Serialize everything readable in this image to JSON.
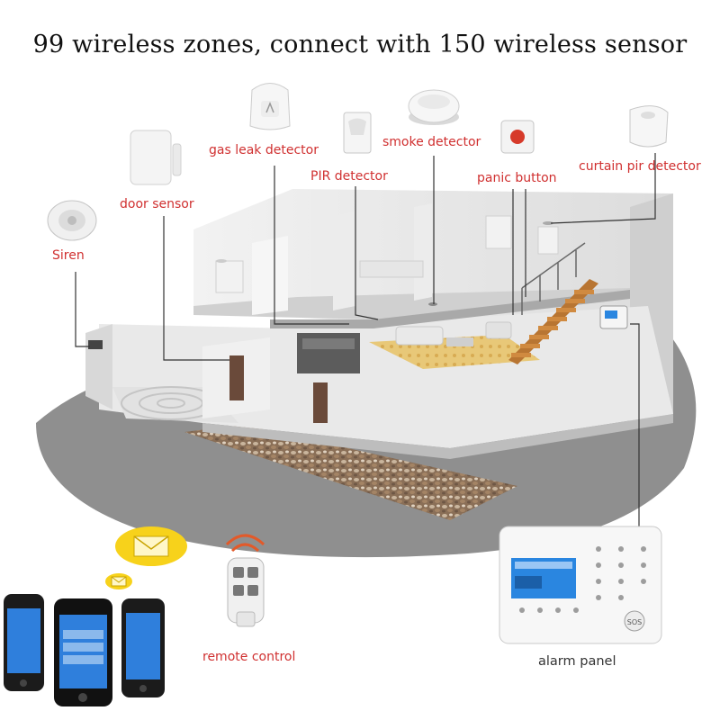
{
  "title": "99 wireless zones, connect with 150 wireless sensor",
  "labels": {
    "gas_leak": "gas leak detector",
    "smoke": "smoke detector",
    "pir": "PIR detector",
    "panic": "panic button",
    "curtain": "curtain pir detector",
    "door": "door sensor",
    "siren": "Siren",
    "remote": "remote control",
    "alarm_panel": "alarm panel"
  },
  "panel": {
    "sos_label": "SOS"
  },
  "colors": {
    "label_red": "#d03030",
    "label_dark": "#333333",
    "floor_gray": "#8f8f8f",
    "stair_wood": "#c8843a",
    "envelope_yellow": "#f7d21b",
    "panel_screen": "#2a86e0"
  }
}
